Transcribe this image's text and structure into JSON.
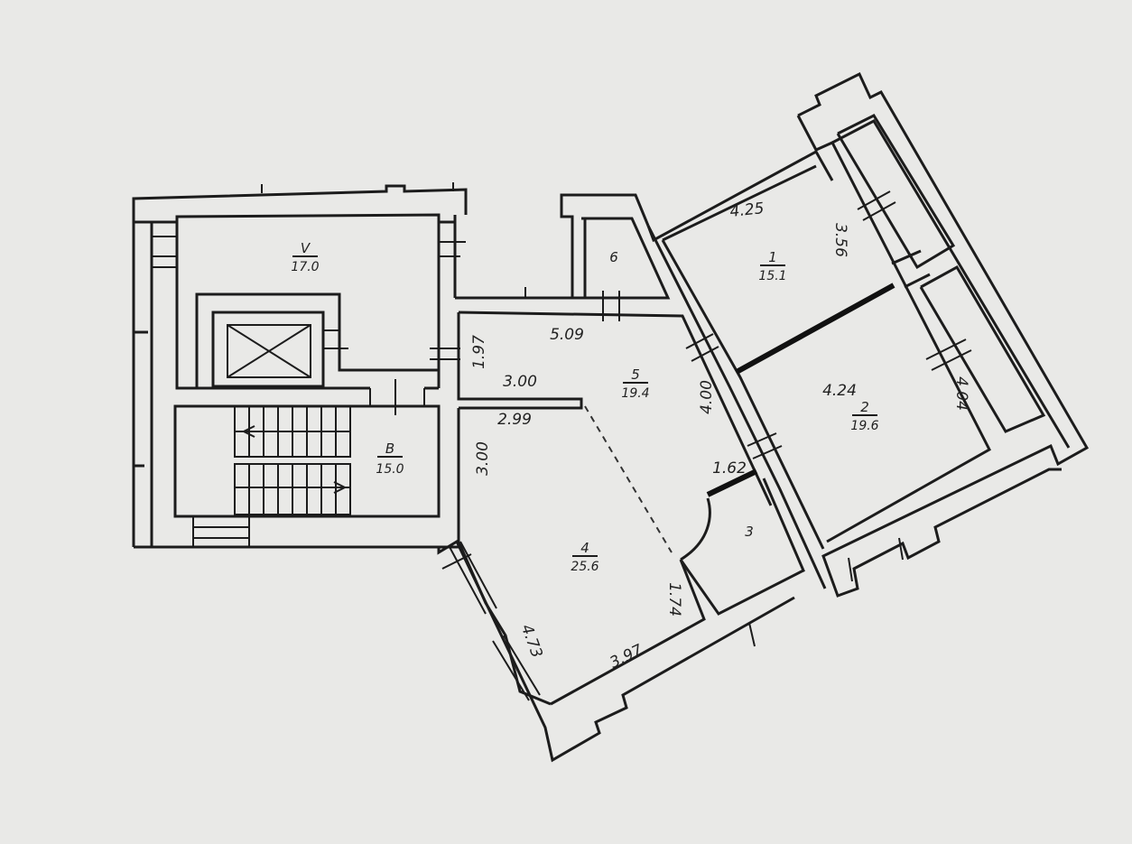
{
  "rooms": [
    {
      "id": "V",
      "area": "17.0"
    },
    {
      "id": "B",
      "area": "15.0"
    },
    {
      "id": "6",
      "area": ""
    },
    {
      "id": "5",
      "area": "19.4"
    },
    {
      "id": "4",
      "area": "25.6"
    },
    {
      "id": "3",
      "area": ""
    },
    {
      "id": "1",
      "area": "15.1"
    },
    {
      "id": "2",
      "area": "19.6"
    }
  ],
  "dimensions": {
    "d509": "5.09",
    "d197": "1.97",
    "d300a": "3.00",
    "d299": "2.99",
    "d300b": "3.00",
    "d400": "4.00",
    "d162": "1.62",
    "d174": "1.74",
    "d473": "4.73",
    "d397": "3.97",
    "d425": "4.25",
    "d356": "3.56",
    "d424": "4.24",
    "d404": "4.04"
  }
}
